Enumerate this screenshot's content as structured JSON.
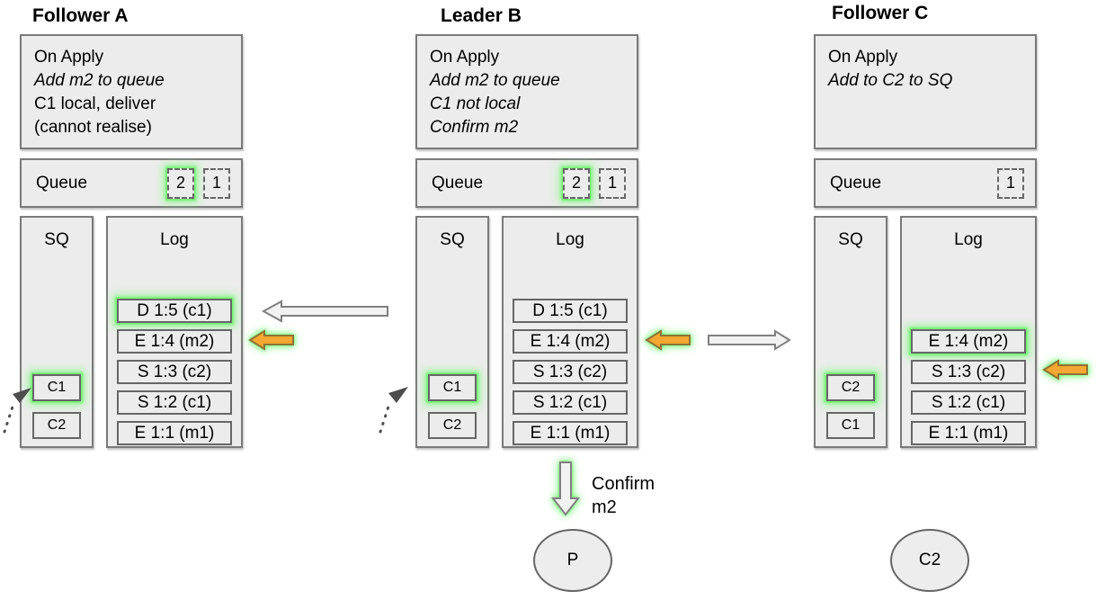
{
  "colors": {
    "box_fill": "#ececec",
    "box_border": "#7a7a7a",
    "inner_border": "#666666",
    "highlight_glow": "#6eee6e",
    "arrow_orange": "#f5a733",
    "arrow_gray": "#f2f2f2"
  },
  "nodes": [
    {
      "title": "Follower A",
      "on_apply": [
        {
          "text": "On Apply"
        },
        {
          "text": "Add m2 to queue"
        },
        {
          "text": "C1 local, deliver"
        },
        {
          "text": "(cannot realise)"
        }
      ],
      "queue_label": "Queue",
      "queue_items": [
        {
          "text": "2",
          "glow": true
        },
        {
          "text": "1",
          "glow": false
        }
      ],
      "sq_label": "SQ",
      "sq_items": [
        {
          "text": "C1",
          "glow": true
        },
        {
          "text": "C2",
          "glow": false
        }
      ],
      "log_label": "Log",
      "log_entries": [
        {
          "text": "D 1:5 (c1)",
          "glow": true
        },
        {
          "text": "E 1:4 (m2)",
          "glow": false
        },
        {
          "text": "S 1:3 (c2)",
          "glow": false
        },
        {
          "text": "S 1:2 (c1)",
          "glow": false
        },
        {
          "text": "E 1:1 (m1)",
          "glow": false
        }
      ]
    },
    {
      "title": "Leader B",
      "on_apply": [
        {
          "text": "On Apply"
        },
        {
          "text": "Add m2 to queue"
        },
        {
          "text": "C1 not local"
        },
        {
          "text": "Confirm m2"
        }
      ],
      "queue_label": "Queue",
      "queue_items": [
        {
          "text": "2",
          "glow": true
        },
        {
          "text": "1",
          "glow": false
        }
      ],
      "sq_label": "SQ",
      "sq_items": [
        {
          "text": "C1",
          "glow": true
        },
        {
          "text": "C2",
          "glow": false
        }
      ],
      "log_label": "Log",
      "log_entries": [
        {
          "text": "D 1:5 (c1)",
          "glow": false
        },
        {
          "text": "E 1:4 (m2)",
          "glow": false
        },
        {
          "text": "S 1:3 (c2)",
          "glow": false
        },
        {
          "text": "S 1:2 (c1)",
          "glow": false
        },
        {
          "text": "E 1:1 (m1)",
          "glow": false
        }
      ]
    },
    {
      "title": "Follower C",
      "on_apply": [
        {
          "text": "On Apply"
        },
        {
          "text": "Add to C2 to SQ"
        }
      ],
      "queue_label": "Queue",
      "queue_items": [
        {
          "text": "1",
          "glow": false
        }
      ],
      "sq_label": "SQ",
      "sq_items": [
        {
          "text": "C2",
          "glow": true
        },
        {
          "text": "C1",
          "glow": false
        }
      ],
      "log_label": "Log",
      "log_entries": [
        {
          "text": "E 1:4 (m2)",
          "glow": true
        },
        {
          "text": "S 1:3 (c2)",
          "glow": false
        },
        {
          "text": "S 1:2 (c1)",
          "glow": false
        },
        {
          "text": "E 1:1 (m1)",
          "glow": false
        }
      ]
    }
  ],
  "arrows": {
    "replicate_to_a": {
      "style": "gray",
      "direction": "left",
      "glow": false
    },
    "confirm_at_a": {
      "style": "orange",
      "direction": "left",
      "glow": true
    },
    "confirm_at_b": {
      "style": "orange",
      "direction": "left",
      "glow": true
    },
    "replicate_to_c": {
      "style": "gray",
      "direction": "right",
      "glow": false
    },
    "confirm_at_c": {
      "style": "orange",
      "direction": "left",
      "glow": true
    },
    "deliver_down": {
      "style": "gray",
      "direction": "down",
      "glow": true
    }
  },
  "confirm": {
    "line1": "Confirm",
    "line2": "m2"
  },
  "ellipses": [
    {
      "label": "P"
    },
    {
      "label": "C2"
    }
  ]
}
